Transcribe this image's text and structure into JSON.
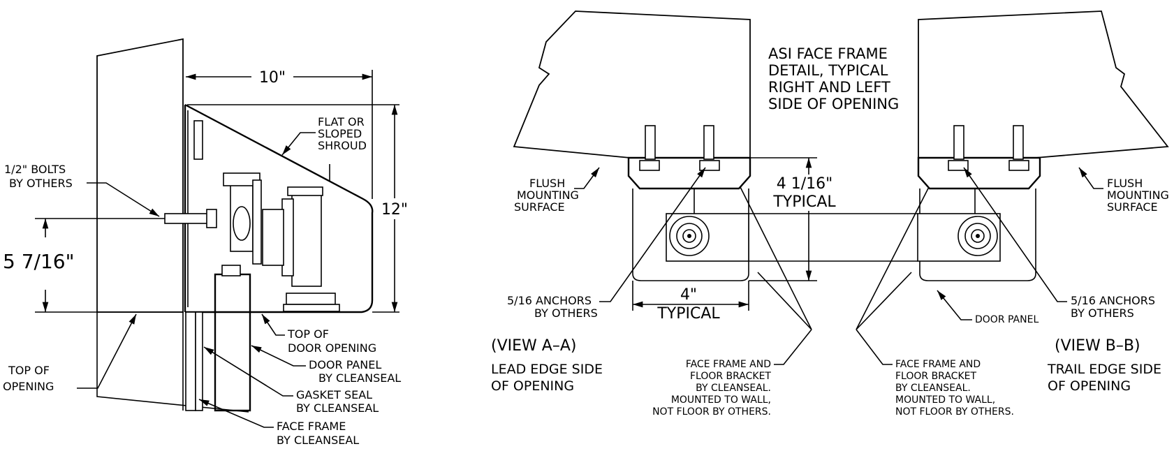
{
  "side_section": {
    "dimension_width": "10\"",
    "dimension_height": "12\"",
    "dimension_offset": "5 7/16\"",
    "labels": {
      "shroud": [
        "FLAT OR",
        "SLOPED",
        "SHROUD"
      ],
      "bolts": [
        "1/2\" BOLTS",
        "BY OTHERS"
      ],
      "top_of_opening": [
        "TOP OF",
        "OPENING"
      ],
      "top_of_door_opening": [
        "TOP OF",
        "DOOR OPENING"
      ],
      "door_panel": [
        "DOOR PANEL",
        "BY CLEANSEAL"
      ],
      "gasket_seal": [
        "GASKET SEAL",
        "BY CLEANSEAL"
      ],
      "face_frame": [
        "FACE FRAME",
        "BY CLEANSEAL"
      ]
    }
  },
  "plan_views": {
    "note": [
      "ASI FACE FRAME",
      "DETAIL, TYPICAL",
      "RIGHT AND LEFT",
      "SIDE OF OPENING"
    ],
    "depth_dimension": [
      "4 1/16\"",
      "TYPICAL"
    ],
    "width_dimension": [
      "4\"",
      "TYPICAL"
    ],
    "view_a": {
      "title": "(VIEW A–A)",
      "caption": [
        "LEAD EDGE SIDE",
        "OF OPENING"
      ],
      "flush": [
        "FLUSH",
        "MOUNTING",
        "SURFACE"
      ],
      "anchors": [
        "5/16 ANCHORS",
        "BY OTHERS"
      ],
      "bracket_note": [
        "FACE FRAME AND",
        "FLOOR BRACKET",
        "BY CLEANSEAL.",
        "MOUNTED TO WALL,",
        "NOT FLOOR BY OTHERS."
      ]
    },
    "view_b": {
      "title": "(VIEW B–B)",
      "caption": [
        "TRAIL EDGE SIDE",
        "OF OPENING"
      ],
      "flush": [
        "FLUSH",
        "MOUNTING",
        "SURFACE"
      ],
      "anchors": [
        "5/16 ANCHORS",
        "BY OTHERS"
      ],
      "door_panel": "DOOR PANEL",
      "bracket_note": [
        "FACE FRAME AND",
        "FLOOR BRACKET",
        "BY CLEANSEAL.",
        "MOUNTED TO WALL,",
        "NOT FLOOR BY OTHERS."
      ]
    }
  }
}
